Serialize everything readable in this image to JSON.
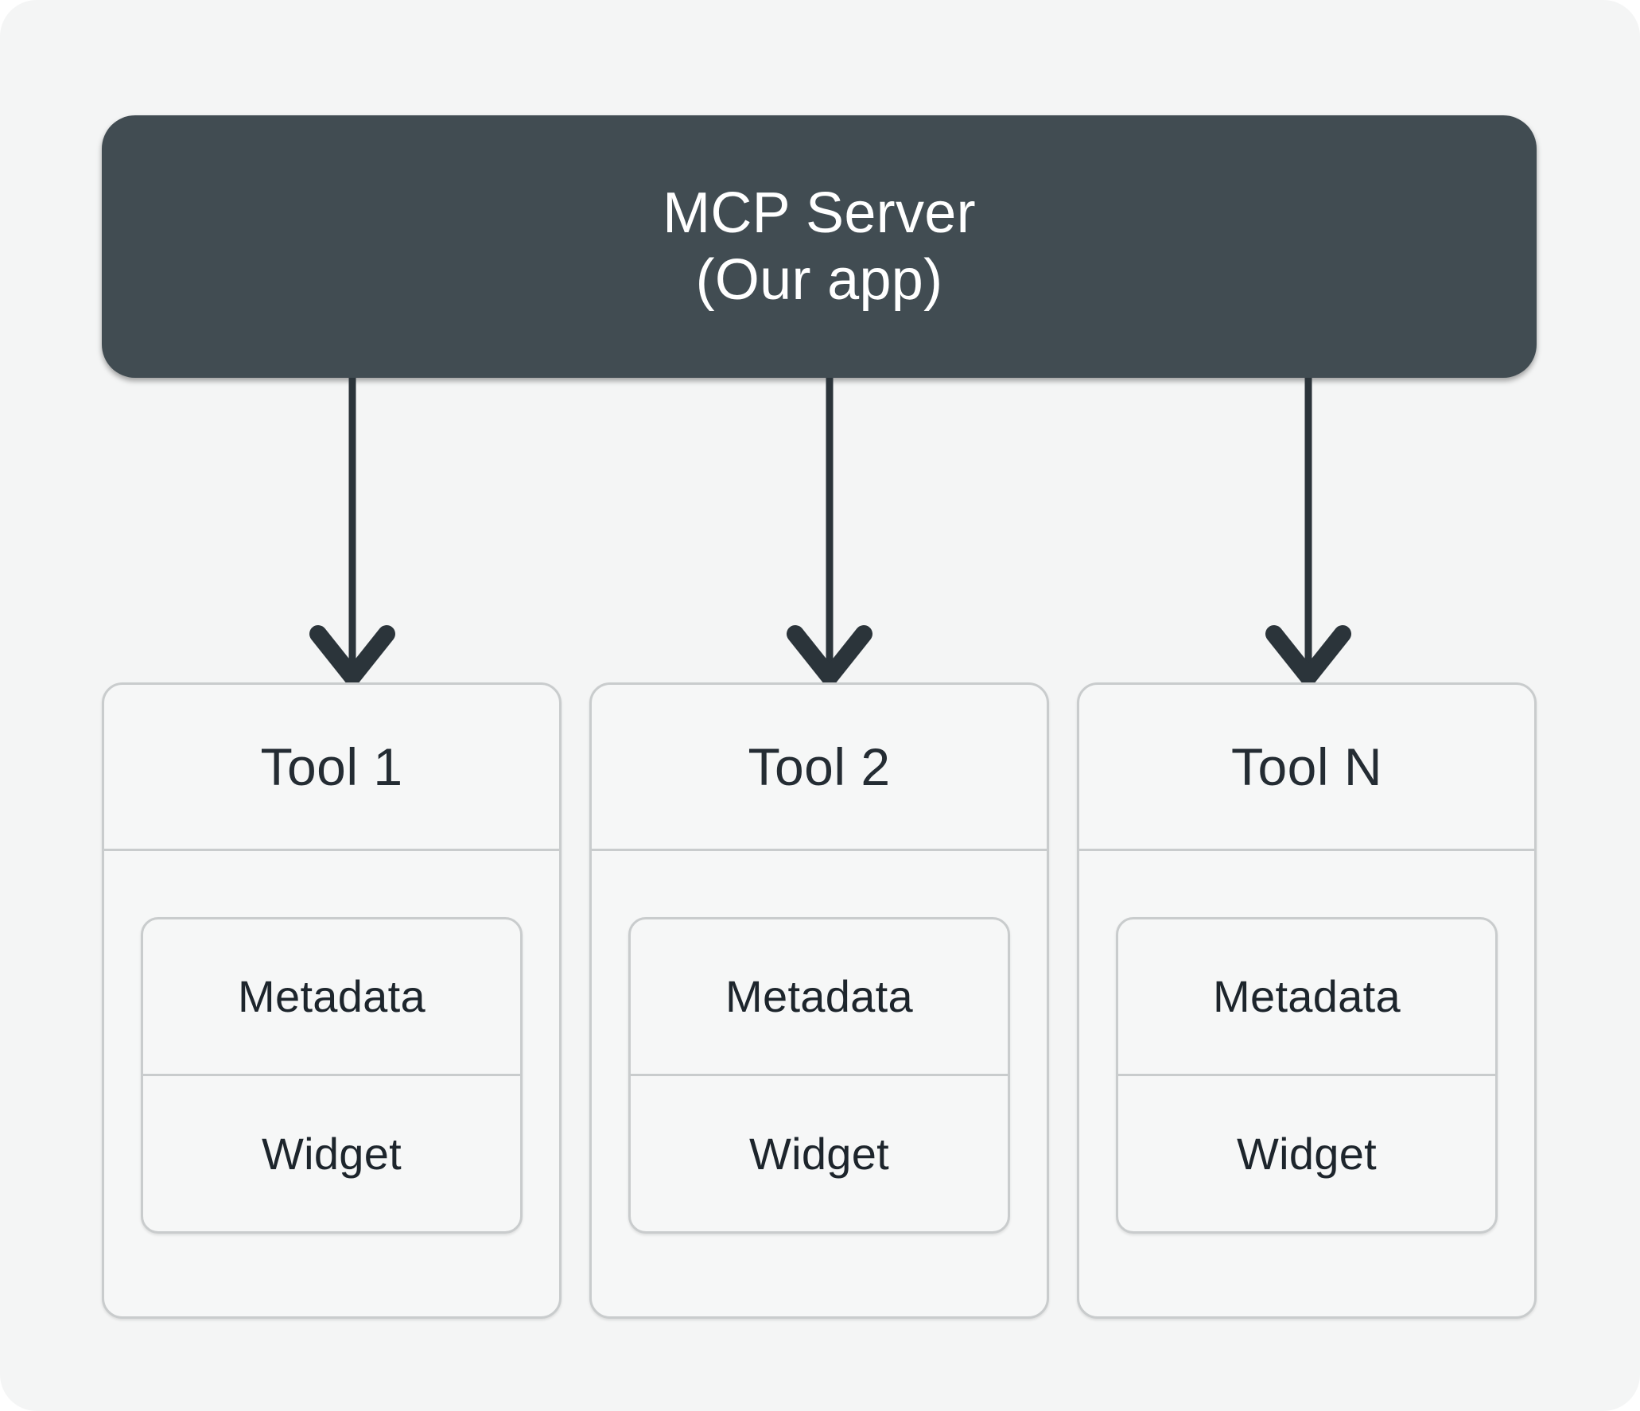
{
  "diagram": {
    "background_color": "#f4f5f5",
    "server": {
      "name": "mcp-server-node",
      "title": "MCP Server",
      "subtitle": "(Our app)",
      "fill_color": "#414c52",
      "text_color": "#ffffff"
    },
    "arrows": {
      "name": "server-to-tool-arrows",
      "color": "#2b343a",
      "count": 3,
      "direction": "down"
    },
    "tools": [
      {
        "label": "Tool 1",
        "sections": [
          {
            "label": "Metadata"
          },
          {
            "label": "Widget"
          }
        ]
      },
      {
        "label": "Tool 2",
        "sections": [
          {
            "label": "Metadata"
          },
          {
            "label": "Widget"
          }
        ]
      },
      {
        "label": "Tool N",
        "sections": [
          {
            "label": "Metadata"
          },
          {
            "label": "Widget"
          }
        ]
      }
    ],
    "card_border_color": "#c9cccd",
    "card_fill_color": "#f6f7f7",
    "card_text_color": "#242c33"
  }
}
